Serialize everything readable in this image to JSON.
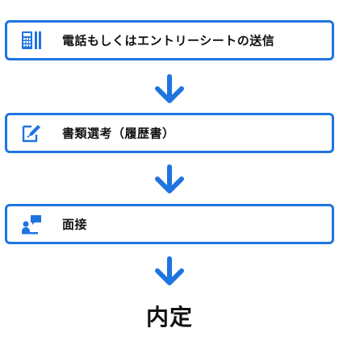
{
  "steps": [
    {
      "icon": "calculator-icon",
      "label": "電話もしくはエントリーシートの送信"
    },
    {
      "icon": "edit-document-icon",
      "label": "書類選考（履歴書）"
    },
    {
      "icon": "interview-chat-icon",
      "label": "面接"
    }
  ],
  "arrows": [
    "arrow-down-icon",
    "arrow-down-icon",
    "arrow-down-icon"
  ],
  "result": {
    "label": "内定"
  },
  "colors": {
    "accent": "#1e74e0",
    "text": "#111111",
    "background": "#ffffff"
  }
}
